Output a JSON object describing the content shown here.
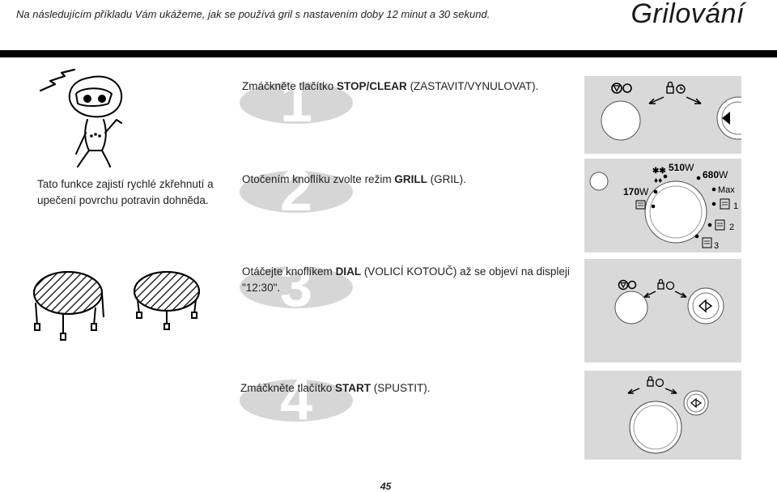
{
  "intro_text": "Na následujícím příkladu Vám ukážeme, jak se používá gril s nastavením doby 12  minut a 30 sekund.",
  "page_title": "Grilování",
  "description": "Tato funkce zajistí rychlé zkřehnutí a upečení povrchu potravin dohněda.",
  "steps": [
    {
      "number": "1",
      "before": "Zmáčkněte tlačítko ",
      "bold": "STOP/CLEAR",
      "after": " (ZASTAVIT/VYNULOVAT)."
    },
    {
      "number": "2",
      "before": "Otočením knoflíku zvolte režim ",
      "bold": "GRILL",
      "after": " (GRIL)."
    },
    {
      "number": "3",
      "before": "Otáčejte knoflíkem ",
      "bold": "DIAL",
      "after": " (VOLICÍ KOTOUČ) až se objeví na displeji",
      "line2": "\"12:30\"."
    },
    {
      "number": "4",
      "before": "Zmáčkněte  tlačítko ",
      "bold": "START",
      "after": " (SPUSTIT)."
    }
  ],
  "dial": {
    "power_510": "510",
    "power_680": "680",
    "power_170": "170",
    "unit_w": "W",
    "max_label": "Max",
    "grill_1": "1",
    "grill_2": "2",
    "grill_3": "3"
  },
  "page_number": "45",
  "icons": [
    "stop-clear-icon",
    "clock-lock-icon",
    "start-arrow-icon",
    "defrost-icon",
    "grill-icon",
    "mascot-icon",
    "grill-rack-icon"
  ]
}
